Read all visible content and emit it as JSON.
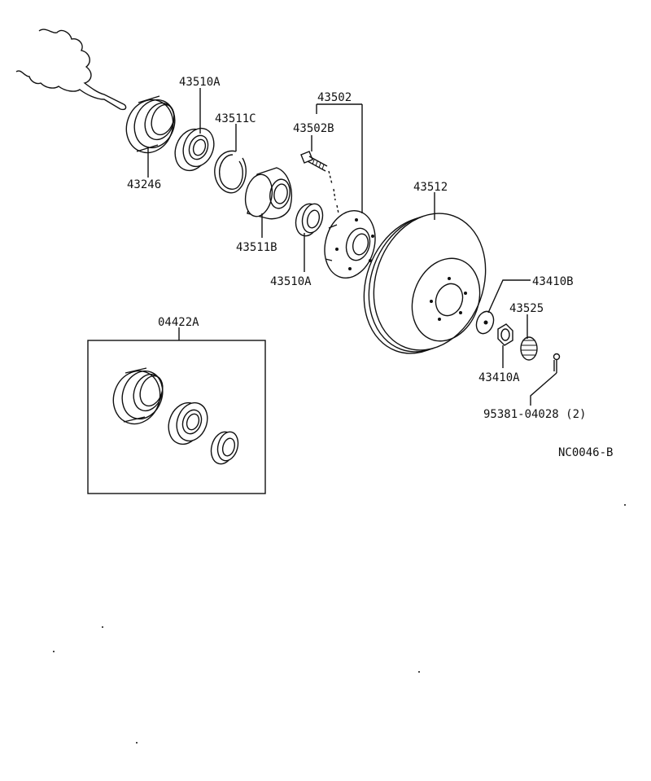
{
  "diagram": {
    "labels": {
      "p43510a_top": "43510A",
      "p43511c": "43511C",
      "p43502": "43502",
      "p43502b": "43502B",
      "p43246": "43246",
      "p43512": "43512",
      "p43511b": "43511B",
      "p43510a_bottom": "43510A",
      "p43410b": "43410B",
      "p43525": "43525",
      "p43410a": "43410A",
      "p95381": "95381-04028 (2)",
      "p04422a": "04422A",
      "figure_code": "NC0046-B"
    }
  }
}
